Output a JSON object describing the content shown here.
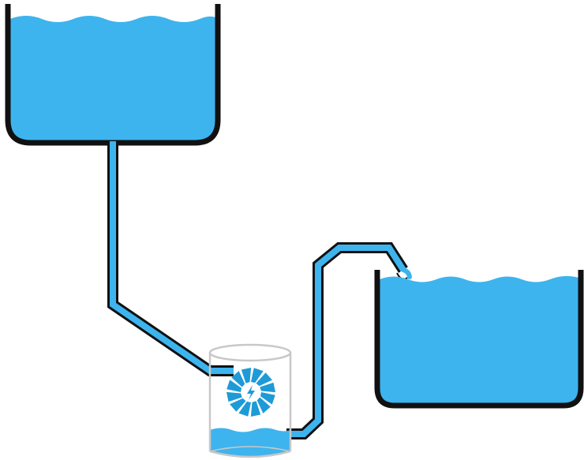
{
  "diagram": {
    "elements": [
      "upper-water-tank",
      "supply-pipe",
      "turbine-housing",
      "turbine-wheel",
      "lightning-bolt-icon",
      "discharge-pipe",
      "lower-water-tank"
    ]
  },
  "colors": {
    "water": "#3db4ee",
    "tank_wall": "#111111",
    "pipe_outline": "#111111",
    "housing_outline": "#c8c8c8",
    "turbine": "#1e9bd7"
  }
}
